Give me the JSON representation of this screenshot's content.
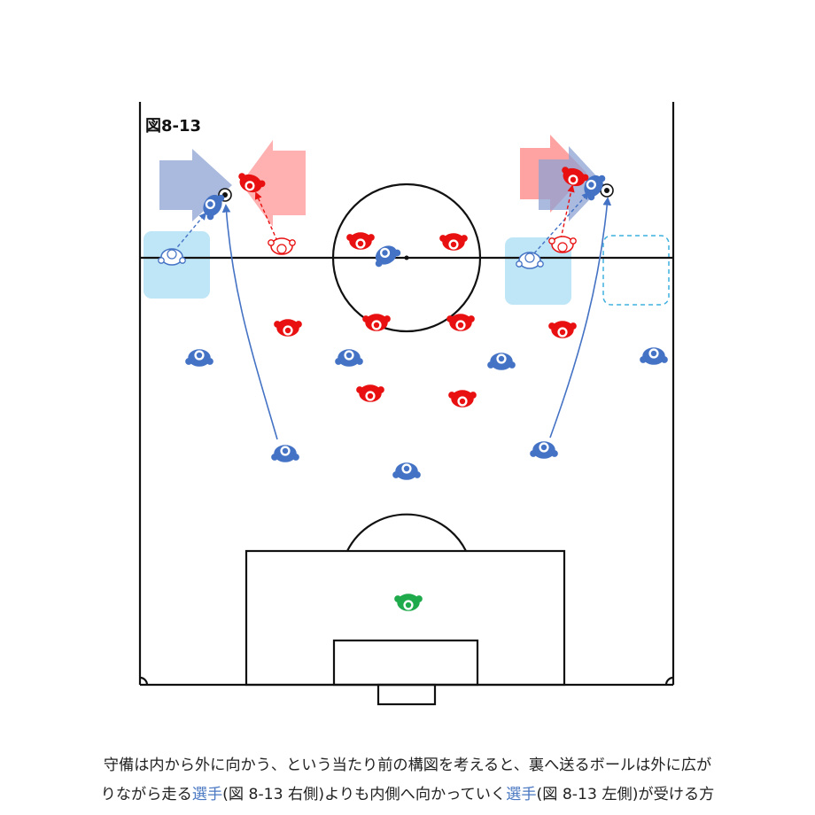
{
  "figure": {
    "label": "図8-13"
  },
  "caption": {
    "line1": "守備は内から外に向かう、という当たり前の構図を考えると、裏へ送るボールは外に広が",
    "line2_a": "りながら走る",
    "line2_link1": "選手",
    "line2_b": "(図 8-13 右側)よりも内側へ向かっていく",
    "line2_link2": "選手",
    "line2_c": "(図 8-13 左側)が受ける方"
  },
  "colors": {
    "attack_blue": "#4472c4",
    "defense_red": "#e81010",
    "goalkeeper_green": "#1faa4c",
    "space_highlight": "#bfe6f7",
    "link_text": "#4a78c2"
  },
  "icons": {
    "player": "player-top-view-icon",
    "ball": "soccer-ball-icon",
    "big_arrow": "direction-arrow-icon"
  }
}
